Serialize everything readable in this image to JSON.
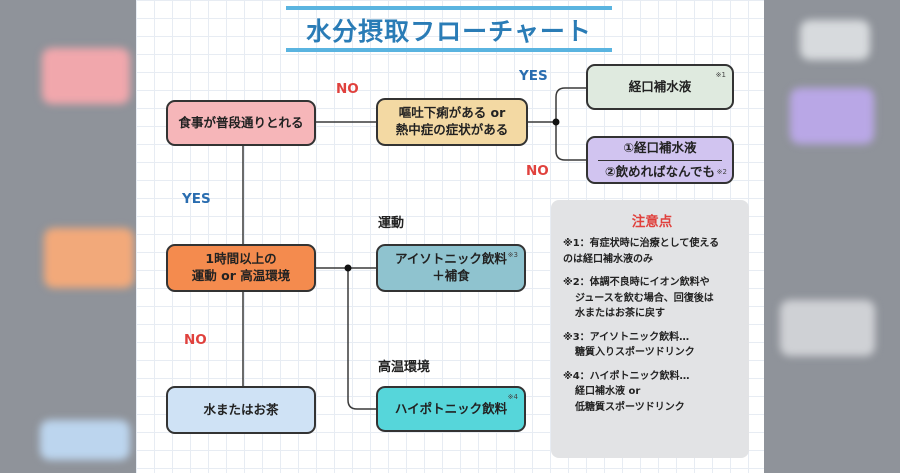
{
  "title": "水分摂取フローチャート",
  "nodes": {
    "eat": "食事が普段通りとれる",
    "vomit": [
      "嘔吐下痢がある or",
      "熱中症の症状がある"
    ],
    "ors": "経口補水液",
    "ors_sup": "※1",
    "either_1": "①経口補水液",
    "either_2": "②飲めればなんでも",
    "either_sup": "※2",
    "hour": [
      "1時間以上の",
      "運動 or 高温環境"
    ],
    "iso": [
      "アイソトニック飲料",
      "＋補食"
    ],
    "iso_sup": "※3",
    "water": "水またはお茶",
    "hypo": "ハイポトニック飲料",
    "hypo_sup": "※4"
  },
  "labels": {
    "no_top": "NO",
    "yes_top": "YES",
    "no_right": "NO",
    "yes_left": "YES",
    "no_left": "NO",
    "exercise": "運動",
    "heat": "高温環境"
  },
  "notes": {
    "title": "注意点",
    "n1": [
      "※1：有症状時に治療として使える",
      "のは経口補水液のみ"
    ],
    "n2": [
      "※2：体調不良時にイオン飲料や",
      "ジュースを飲む場合、回復後は",
      "水またはお茶に戻す"
    ],
    "n3": [
      "※3：アイソトニック飲料…",
      "糖質入りスポーツドリンク"
    ],
    "n4": [
      "※4：ハイポトニック飲料…",
      "経口補水液 or",
      "低糖質スポーツドリンク"
    ]
  },
  "colors": {
    "eat": "#f6b6b9",
    "vomit": "#f3d9a3",
    "ors": "#dfeadf",
    "either": "#d1c4f0",
    "hour": "#f48b4e",
    "iso": "#8fc3cf",
    "water": "#cfe2f5",
    "hypo": "#56d6da",
    "title": "#2a7cb6",
    "yes": "#2a6db0",
    "no": "#e0413d"
  }
}
